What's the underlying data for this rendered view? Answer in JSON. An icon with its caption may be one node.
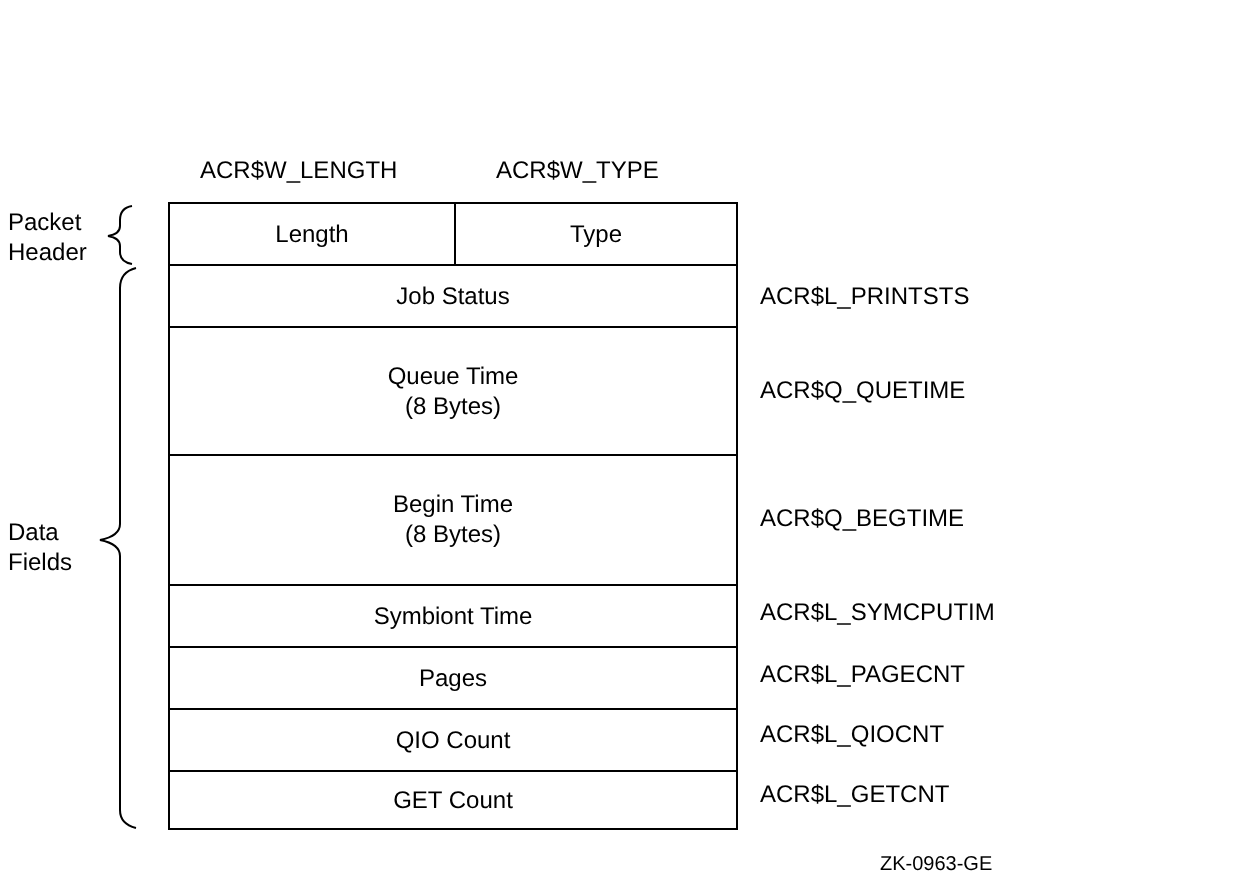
{
  "diagram": {
    "nodes": [
      {
        "text": [
          "Length"
        ],
        "beside": [
          "ACR$W_LENGTH"
        ]
      },
      {
        "text": [
          "Type"
        ],
        "beside": [
          "ACR$W_TYPE"
        ]
      },
      {
        "text": [
          "Job Status"
        ],
        "beside": [
          "ACR$L_PRINTSTS"
        ]
      },
      {
        "text": [
          "Queue Time",
          "(8 Bytes)"
        ],
        "beside": [
          "ACR$Q_QUETIME"
        ]
      },
      {
        "text": [
          "Begin Time",
          "(8 Bytes)"
        ],
        "beside": [
          "ACR$Q_BEGTIME"
        ]
      },
      {
        "text": [
          "Symbiont Time"
        ],
        "beside": [
          "ACR$L_SYMCPUTIM"
        ]
      },
      {
        "text": [
          "Pages"
        ],
        "beside": [
          "ACR$L_PAGECNT"
        ]
      },
      {
        "text": [
          "QIO Count"
        ],
        "beside": [
          "ACR$L_QIOCNT"
        ]
      },
      {
        "text": [
          "GET Count"
        ],
        "beside": [
          "ACR$L_GETCNT"
        ]
      }
    ],
    "labels": [
      "Packet Header",
      "Data Fields",
      "ZK-0963-GE"
    ]
  }
}
